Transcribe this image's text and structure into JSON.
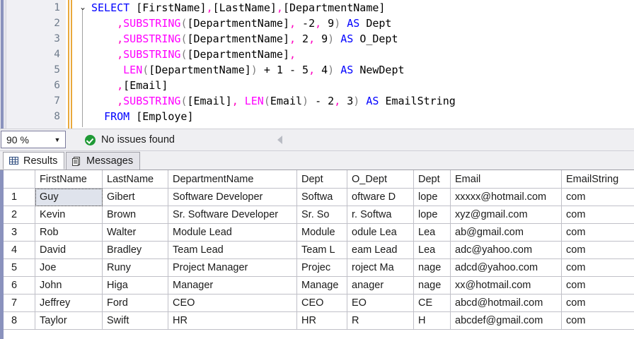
{
  "editor": {
    "line_numbers": [
      "1",
      "2",
      "3",
      "4",
      "5",
      "6",
      "7",
      "8"
    ],
    "outline_chevron": "⌄",
    "lines": [
      {
        "n": "1",
        "text": "SELECT [FirstName],[LastName],[DepartmentName]"
      },
      {
        "n": "2",
        "text": "    ,SUBSTRING([DepartmentName], -2, 9) AS Dept"
      },
      {
        "n": "3",
        "text": "    ,SUBSTRING([DepartmentName], 2, 9) AS O_Dept"
      },
      {
        "n": "4",
        "text": "    ,SUBSTRING([DepartmentName],"
      },
      {
        "n": "5",
        "text": "     LEN([DepartmentName]) + 1 - 5, 4) AS NewDept"
      },
      {
        "n": "6",
        "text": "    ,[Email]"
      },
      {
        "n": "7",
        "text": "    ,SUBSTRING([Email], LEN(Email) - 2, 3) AS EmailString"
      },
      {
        "n": "8",
        "text": "  FROM [Employe]"
      }
    ],
    "colors": {
      "keyword": "#0000ff",
      "function": "#ff00ff",
      "punctuation": "#ff00c0",
      "paren": "#808080",
      "identifier": "#000000",
      "change_bar": "#e9a93c",
      "selection_strip": "#8a92bd"
    }
  },
  "statusbar": {
    "zoom_value": "90 %",
    "zoom_arrow": "▼",
    "issues_icon": "check-circle-icon",
    "issues_text": "No issues found",
    "issues_color": "#1f9a36"
  },
  "tabs": [
    {
      "id": "results",
      "label": "Results",
      "icon": "grid-icon",
      "active": true
    },
    {
      "id": "messages",
      "label": "Messages",
      "icon": "document-icon",
      "active": false
    }
  ],
  "grid": {
    "rownum_header": "",
    "columns": [
      "FirstName",
      "LastName",
      "DepartmentName",
      "Dept",
      "O_Dept",
      "Dept",
      "Email",
      "EmailString"
    ],
    "rows": [
      {
        "n": "1",
        "cells": [
          "Guy",
          "Gibert",
          "Software Developer",
          "Softwa",
          "oftware D",
          "lope",
          "xxxxx@hotmail.com",
          "com"
        ]
      },
      {
        "n": "2",
        "cells": [
          "Kevin",
          "Brown",
          "Sr. Software Developer",
          "Sr. So",
          "r. Softwa",
          "lope",
          "xyz@gmail.com",
          "com"
        ]
      },
      {
        "n": "3",
        "cells": [
          "Rob",
          "Walter",
          "Module Lead",
          "Module",
          "odule Lea",
          "Lea",
          "ab@gmail.com",
          "com"
        ]
      },
      {
        "n": "4",
        "cells": [
          "David",
          "Bradley",
          "Team Lead",
          "Team L",
          "eam Lead",
          "Lea",
          "adc@yahoo.com",
          "com"
        ]
      },
      {
        "n": "5",
        "cells": [
          "Joe",
          "Runy",
          "Project Manager",
          "Projec",
          "roject Ma",
          "nage",
          "adcd@yahoo.com",
          "com"
        ]
      },
      {
        "n": "6",
        "cells": [
          "John",
          "Higa",
          "Manager",
          "Manage",
          "anager",
          "nage",
          "xx@hotmail.com",
          "com"
        ]
      },
      {
        "n": "7",
        "cells": [
          "Jeffrey",
          "Ford",
          "CEO",
          "CEO",
          "EO",
          "CE",
          "abcd@hotmail.com",
          "com"
        ]
      },
      {
        "n": "8",
        "cells": [
          "Taylor",
          "Swift",
          "HR",
          "HR",
          "R",
          "H",
          "abcdef@gmail.com",
          "com"
        ]
      }
    ],
    "selected_cell": {
      "row": 0,
      "col": 0
    },
    "selected_value": "Guy"
  }
}
